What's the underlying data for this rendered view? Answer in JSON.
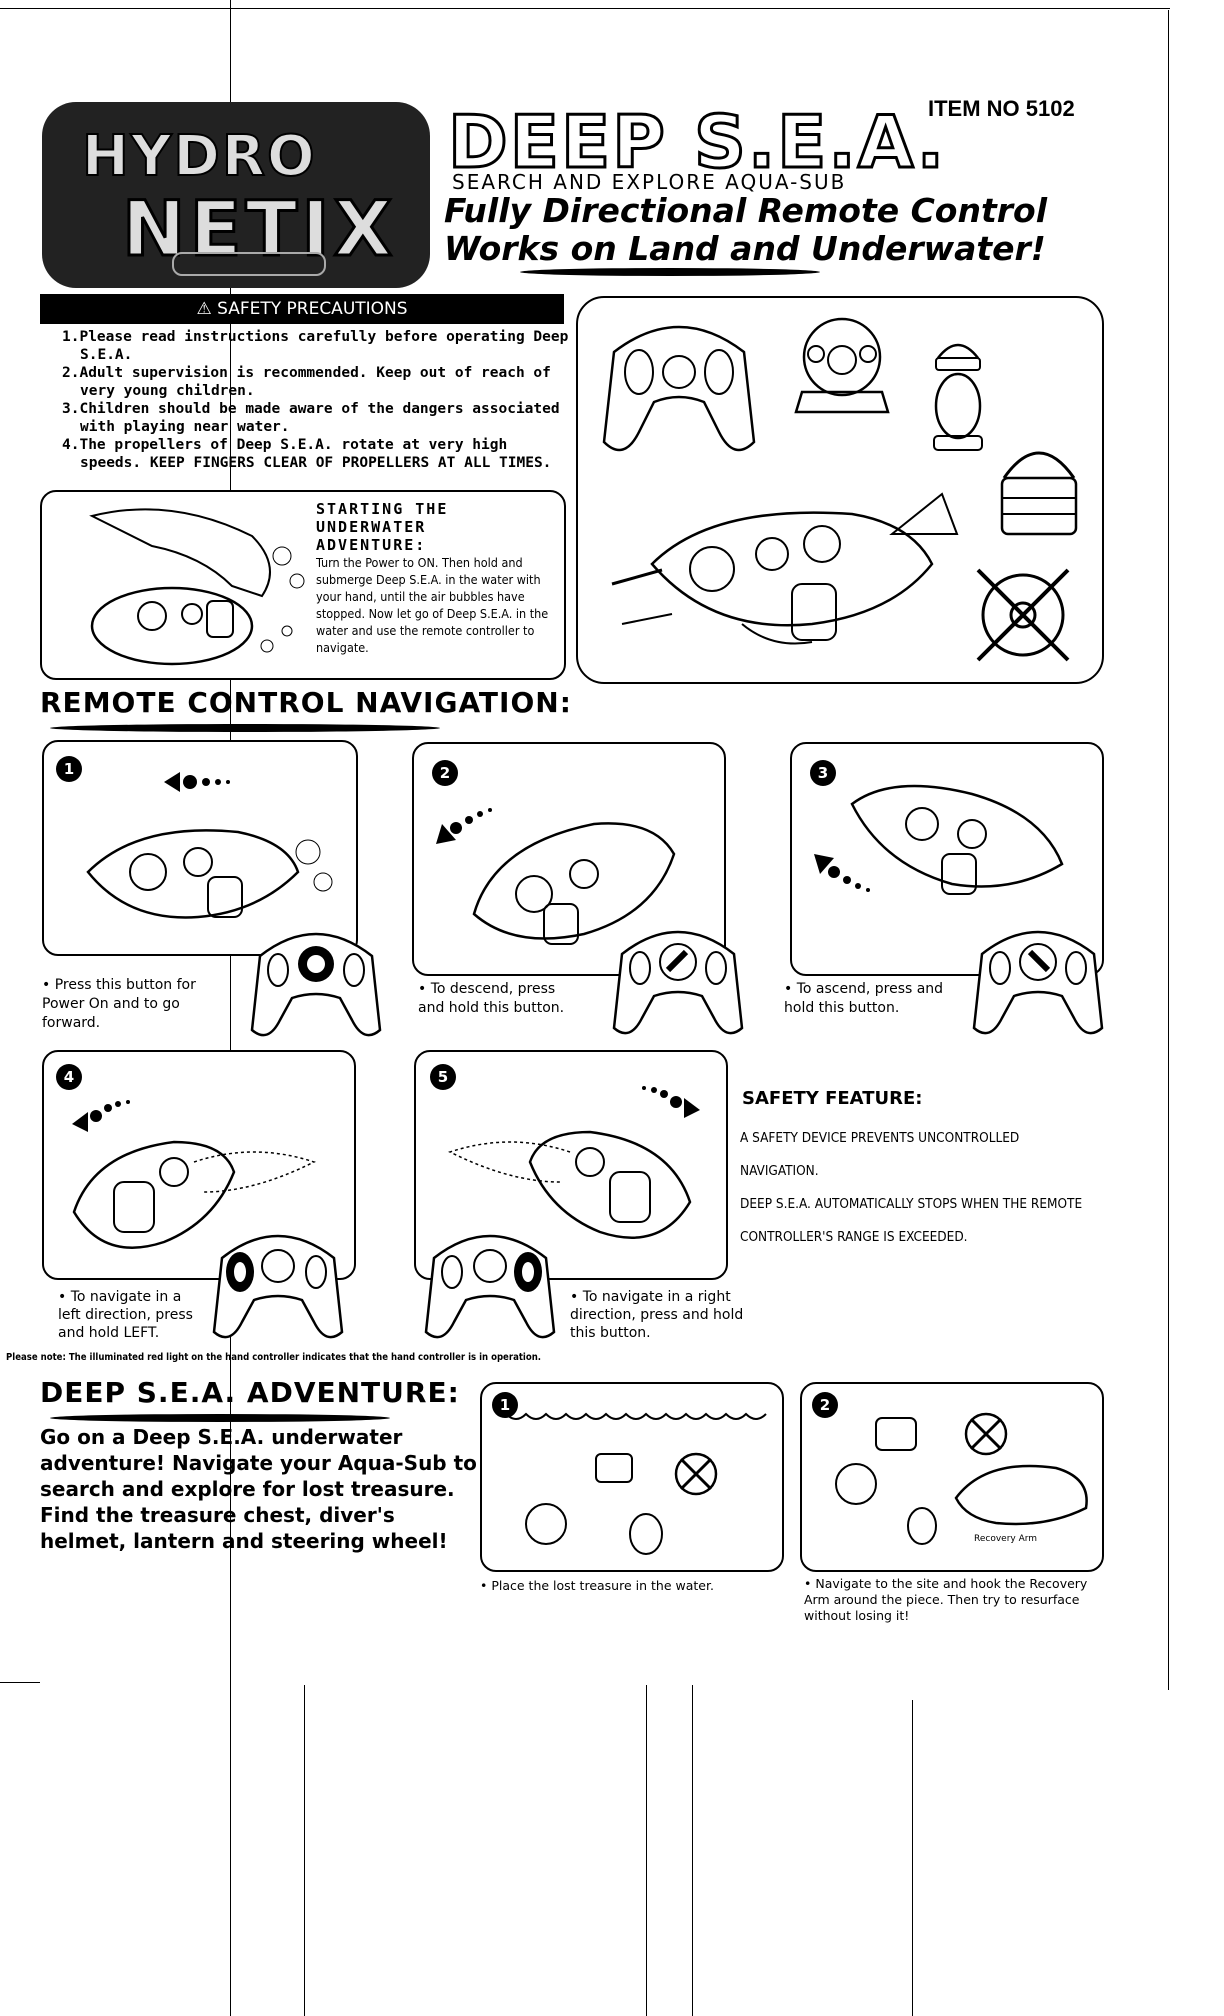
{
  "header": {
    "logo_text_1": "HYDRO",
    "logo_text_2": "NETIX",
    "brand": "DEEP S.E.A.",
    "tagline": "SEARCH AND EXPLORE AQUA-SUB",
    "slogan_1": "Fully Directional Remote Control",
    "slogan_2": "Works on Land and Underwater!",
    "item_no": "ITEM NO 5102"
  },
  "safety": {
    "heading": "⚠ SAFETY PRECAUTIONS",
    "items": [
      "1.Please read instructions carefully before operating Deep S.E.A.",
      "2.Adult supervision is recommended. Keep out of reach of very young children.",
      "3.Children should be made aware of the dangers associated with playing near water.",
      "4.The propellers of Deep S.E.A. rotate at very high speeds. KEEP FINGERS CLEAR OF PROPELLERS AT ALL TIMES."
    ]
  },
  "starting": {
    "title": "STARTING THE UNDERWATER ADVENTURE:",
    "text": "Turn the Power to ON. Then hold and submerge Deep S.E.A. in the water with your hand, until the air bubbles have stopped. Now let go of Deep S.E.A. in the water and use the remote controller to navigate."
  },
  "navigation": {
    "title": "REMOTE CONTROL NAVIGATION:",
    "steps": [
      {
        "num": "1",
        "caption": "• Press this button for Power On and to go forward."
      },
      {
        "num": "2",
        "caption": "• To descend, press and hold this button."
      },
      {
        "num": "3",
        "caption": "• To ascend, press and hold this button."
      },
      {
        "num": "4",
        "caption": "• To navigate in a left direction, press and hold LEFT."
      },
      {
        "num": "5",
        "caption": "• To navigate in a right direction, press and hold this button."
      }
    ],
    "note": "Please note: The illuminated red light on the hand controller indicates that the hand controller is in operation."
  },
  "safety_feature": {
    "title": "SAFETY FEATURE:",
    "lines": [
      "A SAFETY DEVICE PREVENTS UNCONTROLLED NAVIGATION.",
      "DEEP S.E.A. AUTOMATICALLY STOPS WHEN THE REMOTE",
      "CONTROLLER'S RANGE IS EXCEEDED."
    ]
  },
  "adventure": {
    "title": "DEEP S.E.A. ADVENTURE:",
    "text": "Go on a Deep S.E.A. underwater adventure! Navigate your Aqua-Sub to search and explore for lost treasure. Find the treasure chest, diver's helmet, lantern and steering wheel!",
    "steps": [
      {
        "num": "1",
        "caption": "• Place the lost treasure in the water."
      },
      {
        "num": "2",
        "caption": "• Navigate to the site and hook the Recovery Arm around the piece. Then try to resurface without losing it!"
      }
    ],
    "recovery_label": "Recovery Arm"
  }
}
